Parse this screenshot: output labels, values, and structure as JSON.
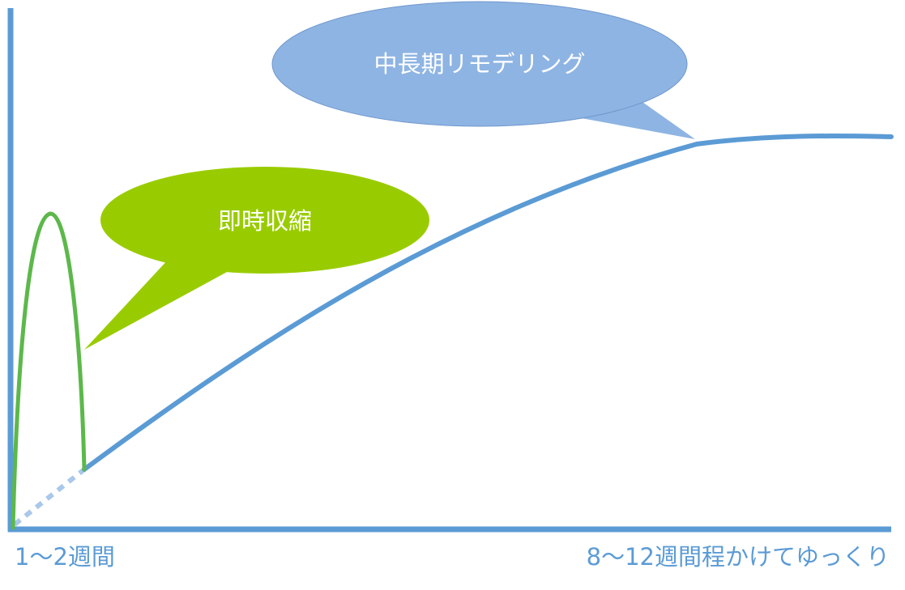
{
  "colors": {
    "axis": "#5b9bd5",
    "remodeling_curve": "#5b9bd5",
    "contraction_curve": "#5cb84a",
    "dotted_start": "#a9c8ea",
    "contraction_bubble": "#99cc00",
    "remodeling_bubble": "#8eb4e3",
    "label_text": "#5b9bd5",
    "bubble_text": "#ffffff"
  },
  "bubbles": {
    "contraction": "即時収縮",
    "remodeling": "中長期リモデリング"
  },
  "axis_labels": {
    "short_term": "1～2週間",
    "long_term": "8～12週間程かけてゆっくり"
  }
}
